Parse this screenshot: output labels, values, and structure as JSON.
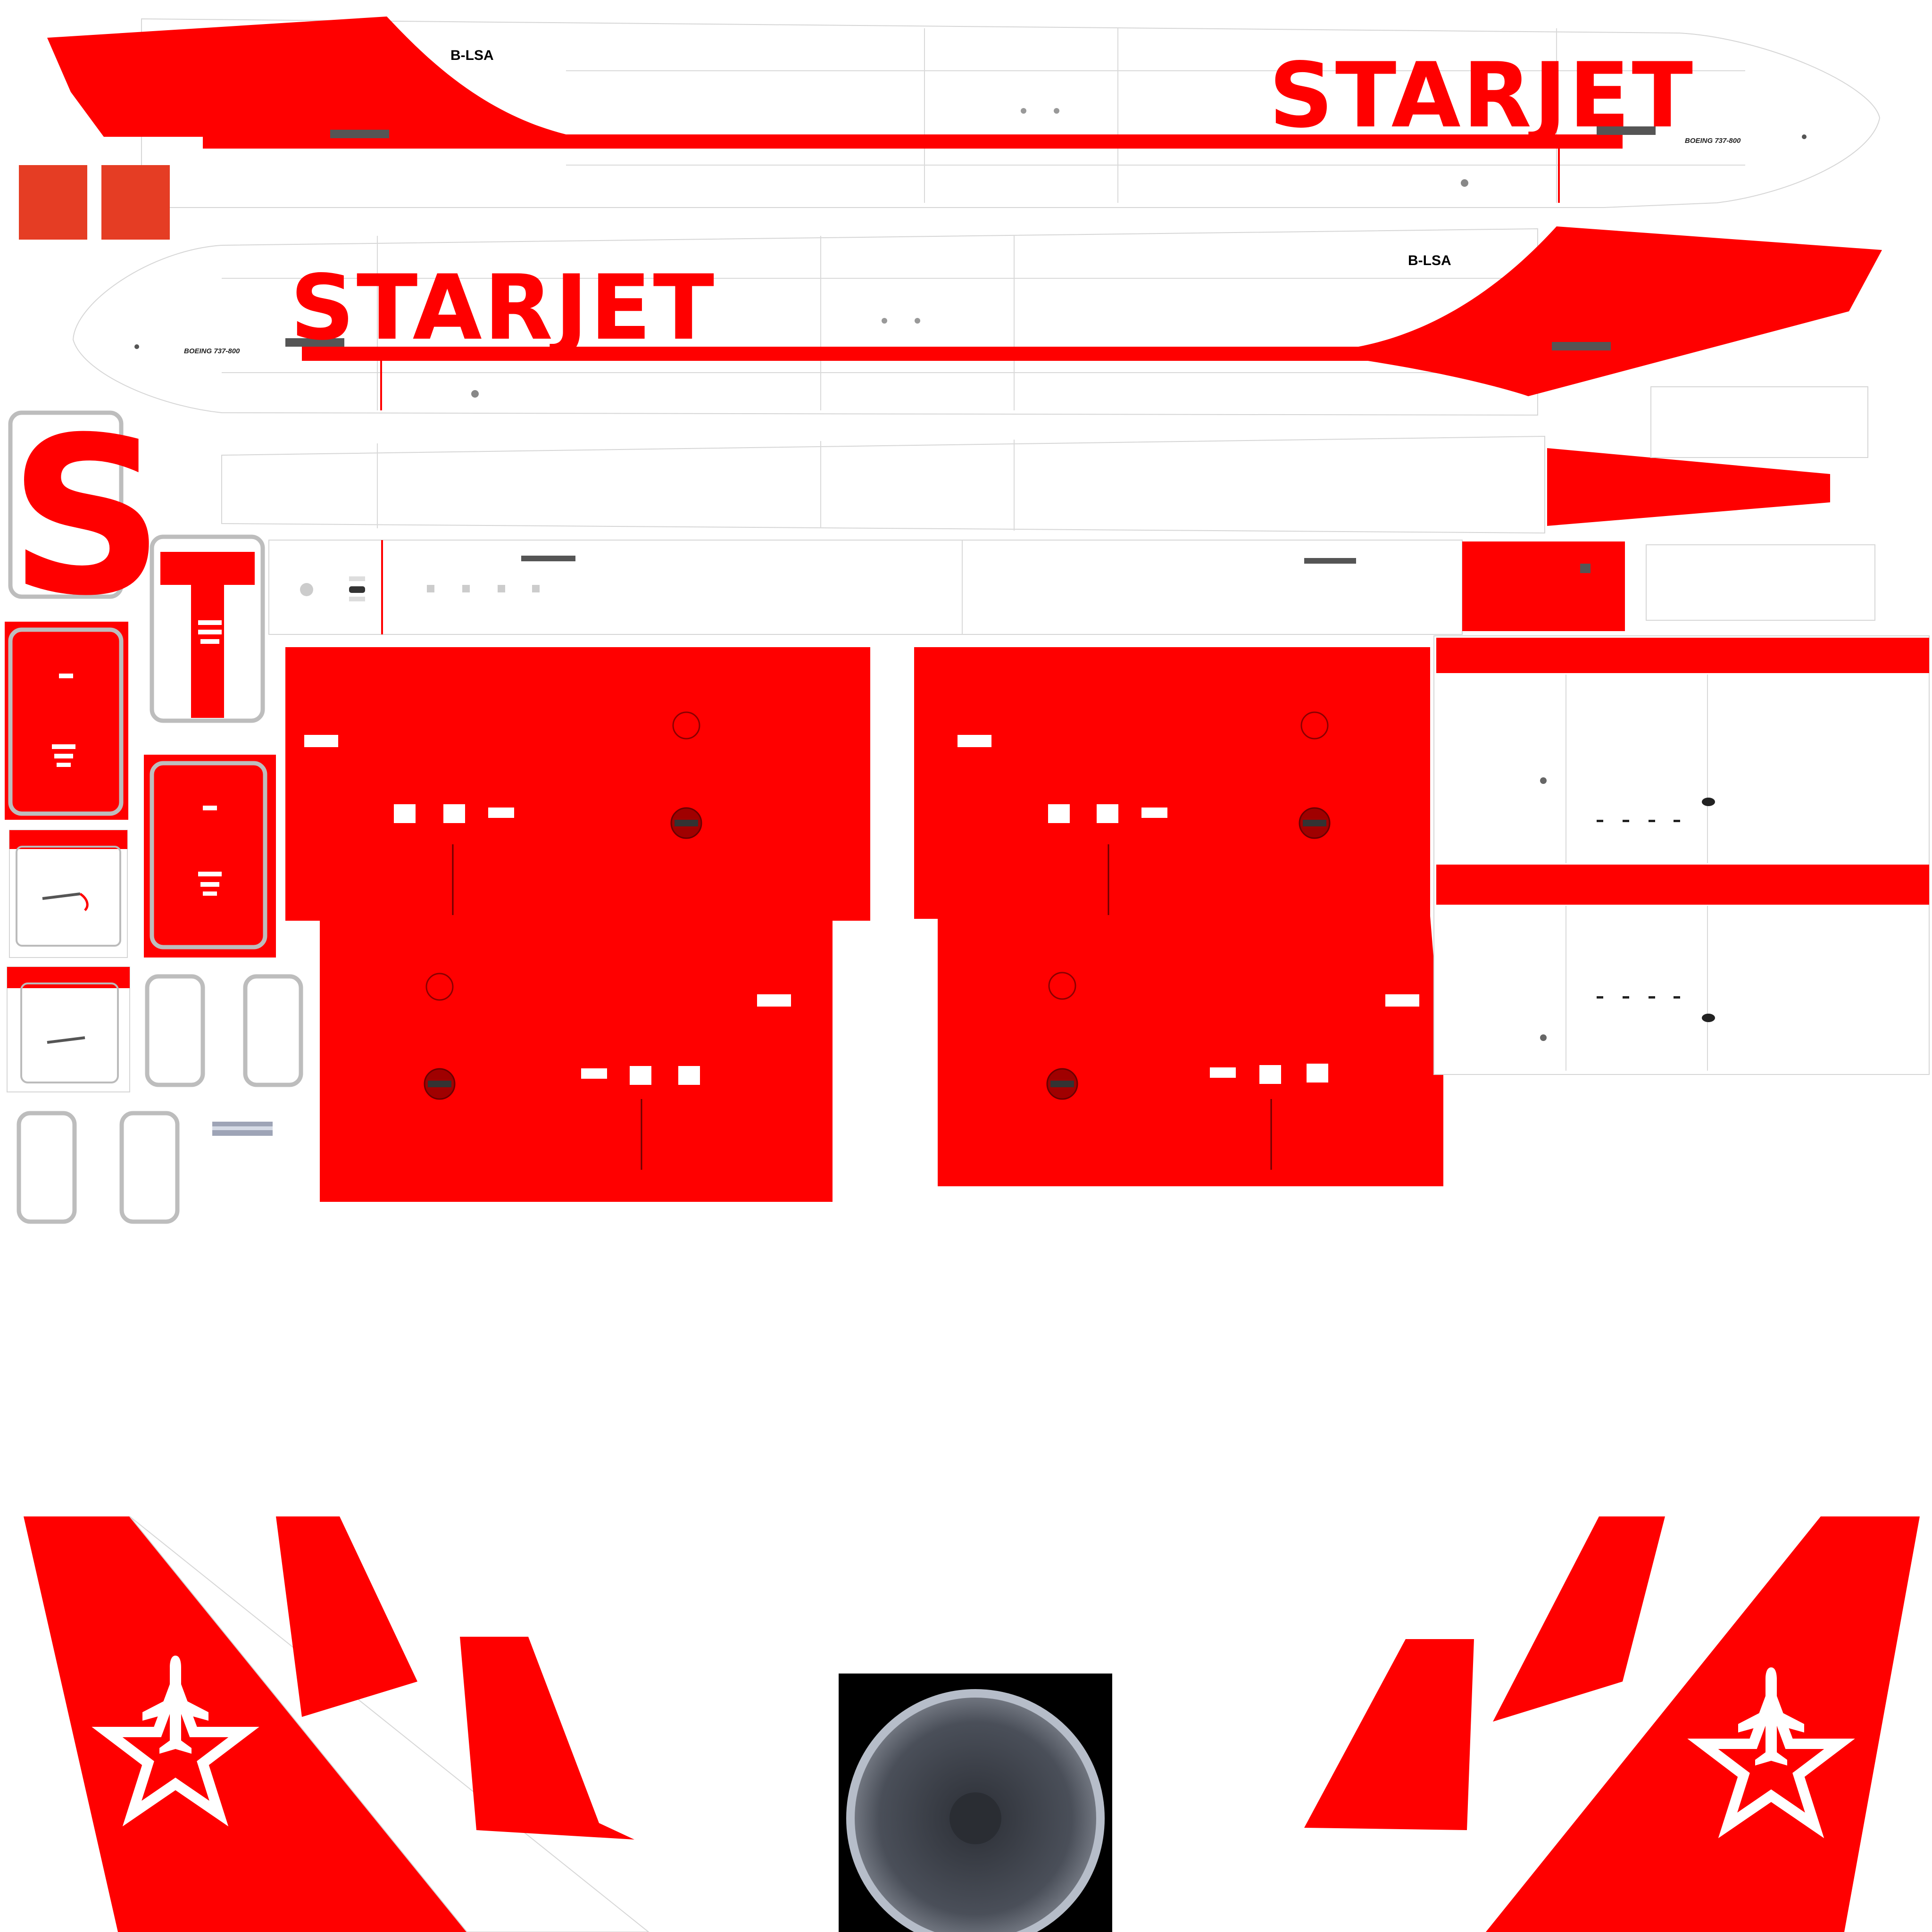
{
  "livery": {
    "brand_name": "STARJET",
    "registration": "B-LSA",
    "aircraft_model": "BOEING 737-800"
  },
  "colors": {
    "brand_red": "#ff0000",
    "swatch_orange_red": "#e53d24",
    "panel_grey": "#bdbdbd",
    "body_white": "#ffffff",
    "fan_dark": "#3c4048"
  },
  "icons": {
    "tail_emblem": "star-with-airplane-icon",
    "swatch": "color-swatch",
    "engine": "engine-fan-icon"
  }
}
